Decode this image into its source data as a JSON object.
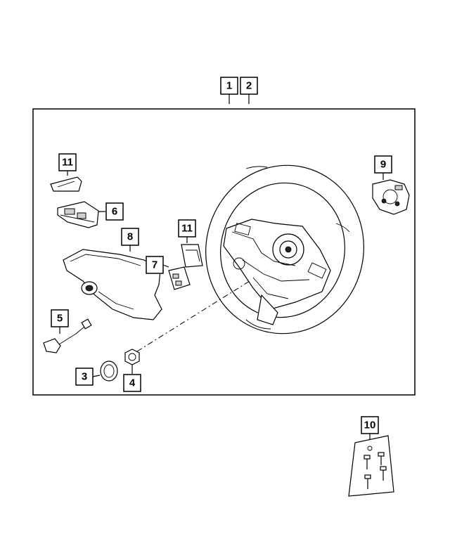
{
  "callouts": {
    "c1": "1",
    "c2": "2",
    "c3": "3",
    "c4": "4",
    "c5": "5",
    "c6": "6",
    "c7": "7",
    "c8": "8",
    "c9": "9",
    "c10": "10",
    "c11a": "11",
    "c11b": "11"
  },
  "icons": [
    "steering-wheel-icon",
    "bracket-icon",
    "nut-icon",
    "plug-icon",
    "wiring-connector-icon",
    "switch-icon",
    "airbag-cover-icon",
    "clockspring-icon",
    "bolt-bag-icon"
  ]
}
